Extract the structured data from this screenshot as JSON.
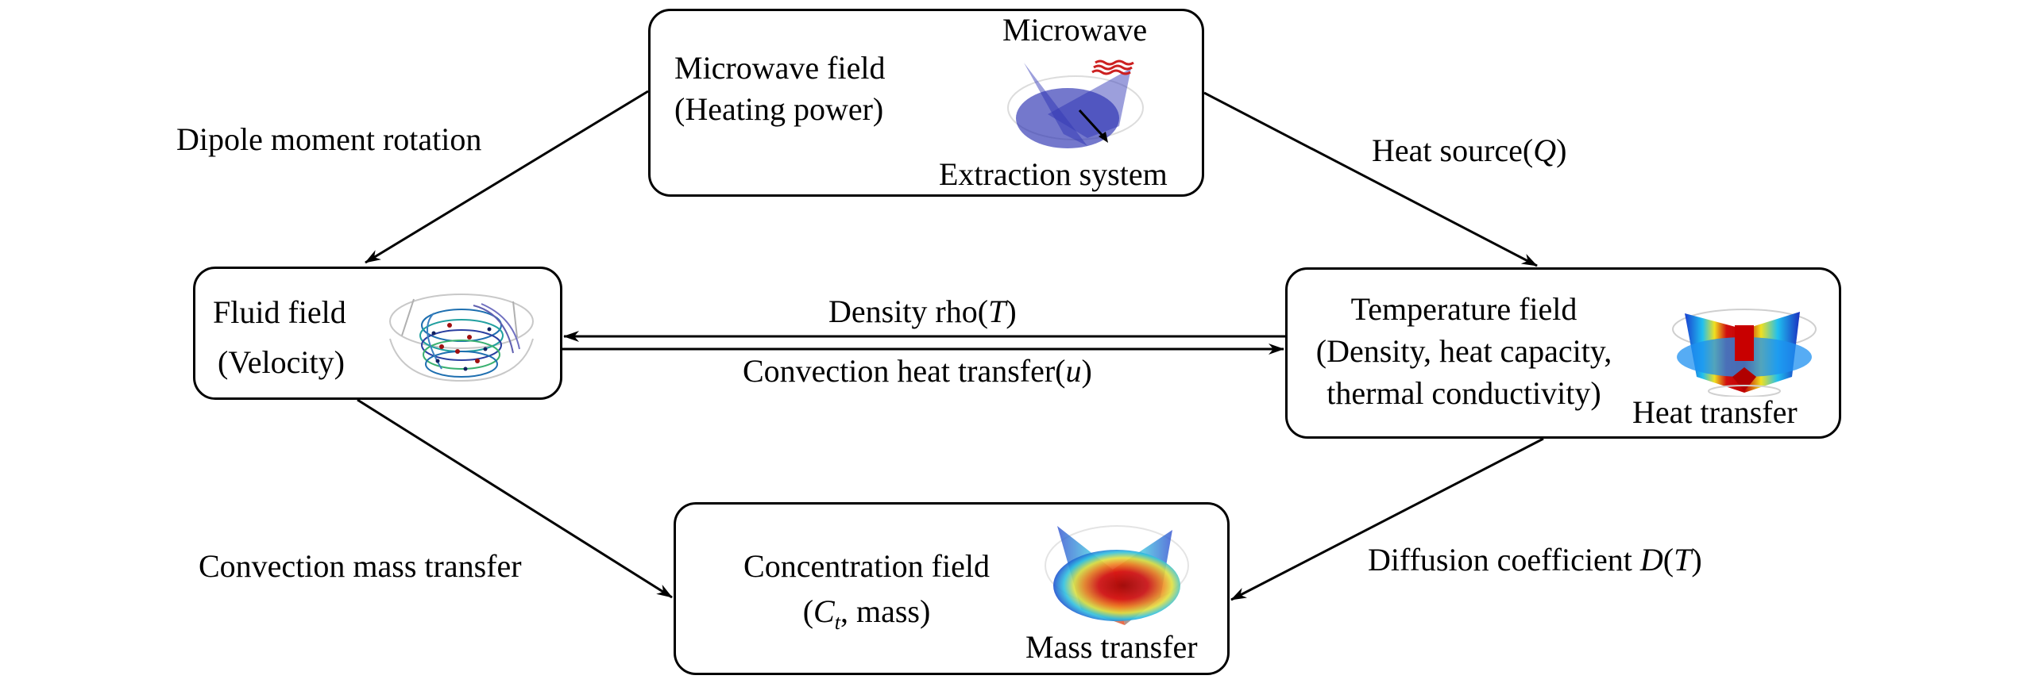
{
  "nodes": {
    "microwave": {
      "title": "Microwave field",
      "subtitle": "(Heating power)",
      "icon_caption_top": "Microwave",
      "icon_caption_bottom": "Extraction system",
      "icon": "microwave-extraction-system-icon"
    },
    "fluid": {
      "title": "Fluid field",
      "subtitle": "(Velocity)",
      "icon": "velocity-streamlines-icon"
    },
    "temperature": {
      "title": "Temperature field",
      "line2": "(Density, heat capacity,",
      "line3": "thermal conductivity)",
      "icon_caption": "Heat transfer",
      "icon": "temperature-distribution-icon"
    },
    "concentration": {
      "title": "Concentration field",
      "subtitle_open": "(",
      "subtitle_var": "C",
      "subtitle_sub": "t",
      "subtitle_rest": ", mass)",
      "icon_caption": "Mass transfer",
      "icon": "concentration-distribution-icon"
    }
  },
  "edges": {
    "microwave_to_fluid": {
      "label": "Dipole moment rotation"
    },
    "microwave_to_temperature": {
      "label_text": "Heat source(",
      "label_var": "Q",
      "label_close": ")"
    },
    "temperature_to_fluid": {
      "label_text": "Density rho(",
      "label_var": "T",
      "label_close": ")"
    },
    "fluid_to_temperature": {
      "label_text": "Convection heat transfer(",
      "label_var": "u",
      "label_close": ")"
    },
    "fluid_to_concentration": {
      "label": "Convection mass transfer"
    },
    "temperature_to_concentration": {
      "label_text": "Diffusion coefficient ",
      "label_var": "D",
      "label_paren": "(",
      "label_var2": "T",
      "label_close": ")"
    }
  },
  "colors": {
    "line": "#000000",
    "microwave_blue": "#2a2fb0",
    "heat_red": "#cc1010",
    "cool_blue": "#1060e0"
  }
}
